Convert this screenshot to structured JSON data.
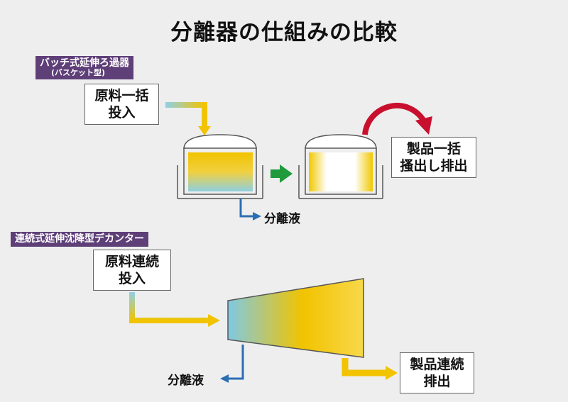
{
  "title": "分離器の仕組みの比較",
  "batch": {
    "tag": "バッチ式延伸ろ過器",
    "tag_sub": "(バスケット型)",
    "input_line1": "原料一括",
    "input_line2": "投入",
    "output_line1": "製品一括",
    "output_line2": "搔出し排出",
    "separated": "分離液"
  },
  "continuous": {
    "tag": "連続式延伸沈降型デカンター",
    "input_line1": "原料連続",
    "input_line2": "投入",
    "output_line1": "製品連続",
    "output_line2": "排出",
    "separated": "分離液"
  },
  "colors": {
    "tag_bg": "#5e3f78",
    "feed_blue": "#8fd0e6",
    "product_yellow": "#f2c300",
    "flow_arrow": "#2c6eb2",
    "transfer_arrow": "#1f9a3c",
    "discharge_arrow": "#c8102e"
  }
}
